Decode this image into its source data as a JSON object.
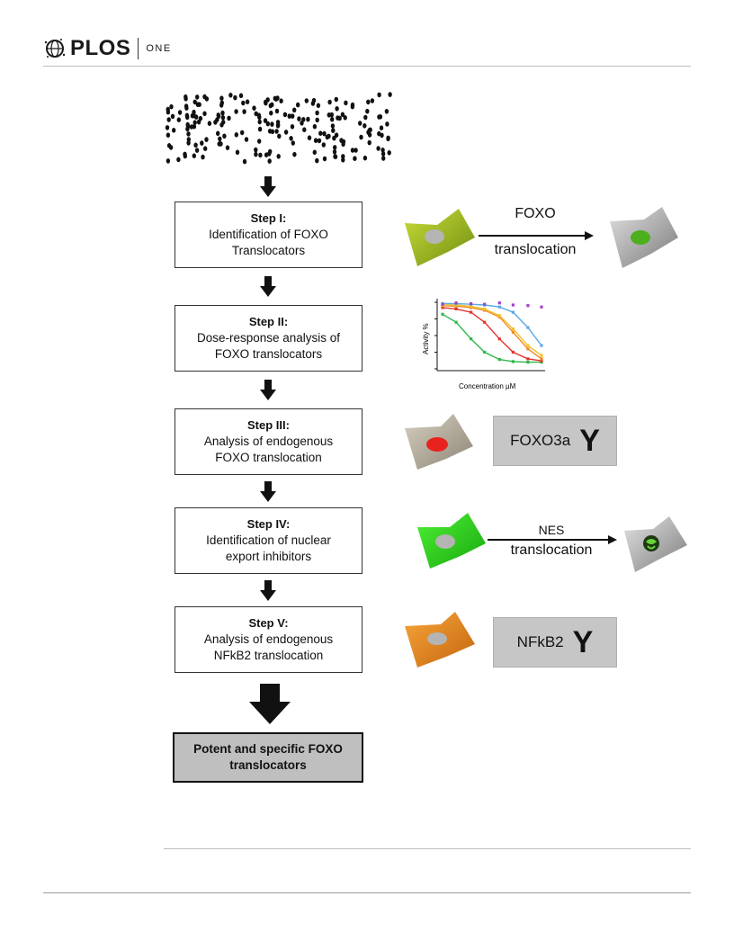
{
  "header": {
    "brand": "PLOS",
    "journal": "ONE"
  },
  "steps": [
    {
      "title": "Step I:",
      "lines": [
        "Identification of FOXO",
        "Translocators"
      ]
    },
    {
      "title": "Step II:",
      "lines": [
        "Dose-response analysis of",
        "FOXO translocators"
      ]
    },
    {
      "title": "Step III:",
      "lines": [
        "Analysis of endogenous",
        "FOXO translocation"
      ]
    },
    {
      "title": "Step IV:",
      "lines": [
        "Identification of nuclear",
        "export inhibitors"
      ]
    },
    {
      "title": "Step V:",
      "lines": [
        "Analysis of endogenous",
        "NFkB2 translocation"
      ]
    }
  ],
  "final": {
    "lines": [
      "Potent and specific FOXO",
      "translocators"
    ]
  },
  "row1": {
    "arrow_top": "FOXO",
    "arrow_bottom": "translocation"
  },
  "row3": {
    "box_label": "FOXO3a",
    "antibody": "Y"
  },
  "row4": {
    "arrow_top": "NES",
    "arrow_bottom": "translocation"
  },
  "row5": {
    "box_label": "NFkB2",
    "antibody": "Y"
  },
  "colors": {
    "cell_green_yellow": "#9bbb1c",
    "cell_grey": "#a8a8a8",
    "cell_beige": "#b7ae9d",
    "cell_bright_green": "#2ecc1e",
    "cell_orange": "#e98a1c",
    "nucleus_red": "#e8231e",
    "nucleus_green": "#4caf1e"
  },
  "chart_data": {
    "type": "line",
    "xlabel": "Concentration µM",
    "ylabel": "Activity %",
    "xscale": "log",
    "x": [
      0.01,
      0.03,
      0.1,
      0.3,
      1,
      3,
      10,
      30
    ],
    "series": [
      {
        "color": "#2db84a",
        "values": [
          82,
          70,
          45,
          25,
          14,
          11,
          10,
          10
        ]
      },
      {
        "color": "#e3342f",
        "values": [
          92,
          90,
          85,
          70,
          45,
          25,
          15,
          12
        ]
      },
      {
        "color": "#f08a24",
        "values": [
          95,
          94,
          92,
          88,
          78,
          55,
          30,
          15
        ]
      },
      {
        "color": "#f2c12e",
        "values": [
          96,
          96,
          94,
          90,
          80,
          60,
          35,
          20
        ]
      },
      {
        "color": "#5aa9e6",
        "values": [
          98,
          98,
          97,
          96,
          93,
          85,
          62,
          35
        ]
      },
      {
        "color": "#a43ec9",
        "values": [
          97,
          99,
          98,
          97,
          99,
          96,
          95,
          93
        ]
      }
    ]
  }
}
